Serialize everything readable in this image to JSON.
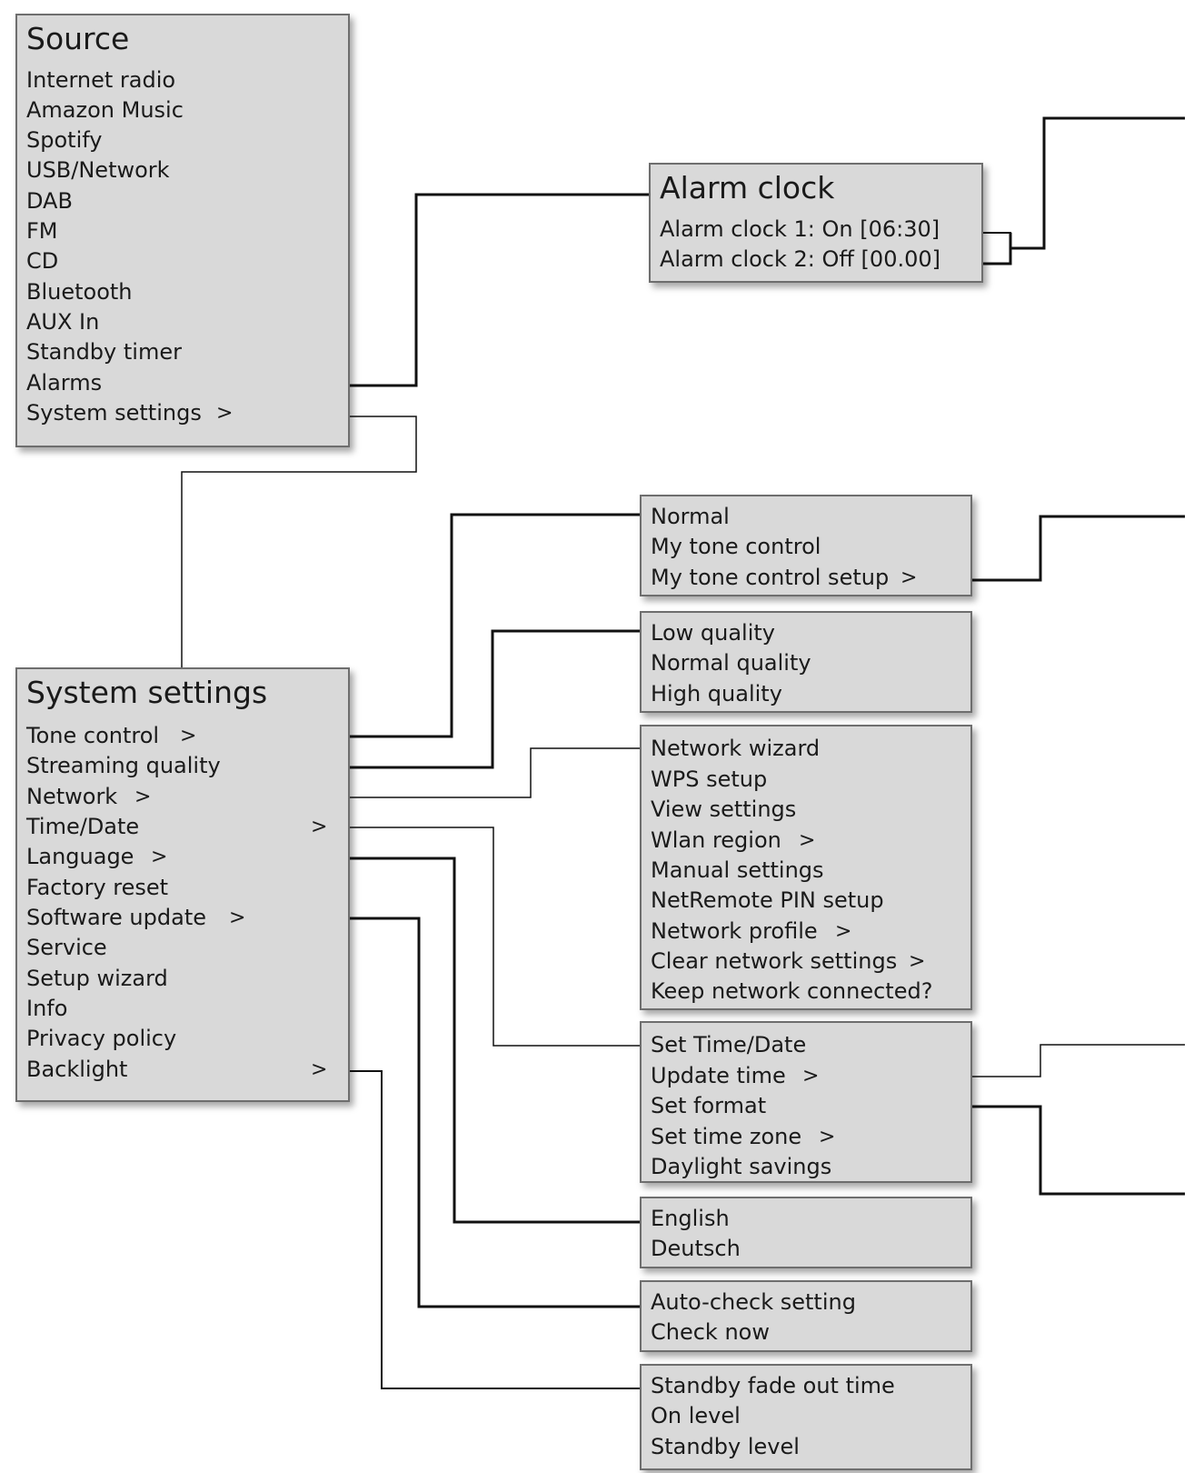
{
  "menus": {
    "source": {
      "title": "Source",
      "items": [
        "Internet radio",
        "Amazon Music",
        "Spotify",
        "USB/Network",
        "DAB",
        "FM",
        "CD",
        "Bluetooth",
        "AUX In",
        "Standby timer",
        "Alarms",
        "System settings"
      ]
    },
    "alarm": {
      "title": "Alarm clock",
      "items": [
        "Alarm clock 1: On [06:30]",
        "Alarm clock 2: Off [00.00]"
      ]
    },
    "system": {
      "title": "System settings",
      "items": [
        "Tone control",
        "Streaming quality",
        "Network",
        "Time/Date",
        "Language",
        "Factory reset",
        "Software update",
        "Service",
        "Setup wizard",
        "Info",
        "Privacy policy",
        "Backlight"
      ]
    },
    "tone": {
      "items": [
        "Normal",
        "My tone control",
        "My tone control setup"
      ]
    },
    "quality": {
      "items": [
        "Low quality",
        "Normal quality",
        "High quality"
      ]
    },
    "network": {
      "items": [
        "Network wizard",
        "WPS setup",
        "View settings",
        "Wlan region",
        "Manual settings",
        "NetRemote PIN setup",
        "Network profile",
        "Clear network settings",
        "Keep network connected?"
      ]
    },
    "timedate": {
      "items": [
        "Set Time/Date",
        "Update time",
        "Set format",
        "Set time zone",
        "Daylight savings"
      ]
    },
    "language": {
      "items": [
        "English",
        "Deutsch"
      ]
    },
    "software": {
      "items": [
        "Auto-check setting",
        "Check now"
      ]
    },
    "backlight": {
      "items": [
        "Standby fade out time",
        "On level",
        "Standby level"
      ]
    }
  },
  "submenu_arrow": ">"
}
